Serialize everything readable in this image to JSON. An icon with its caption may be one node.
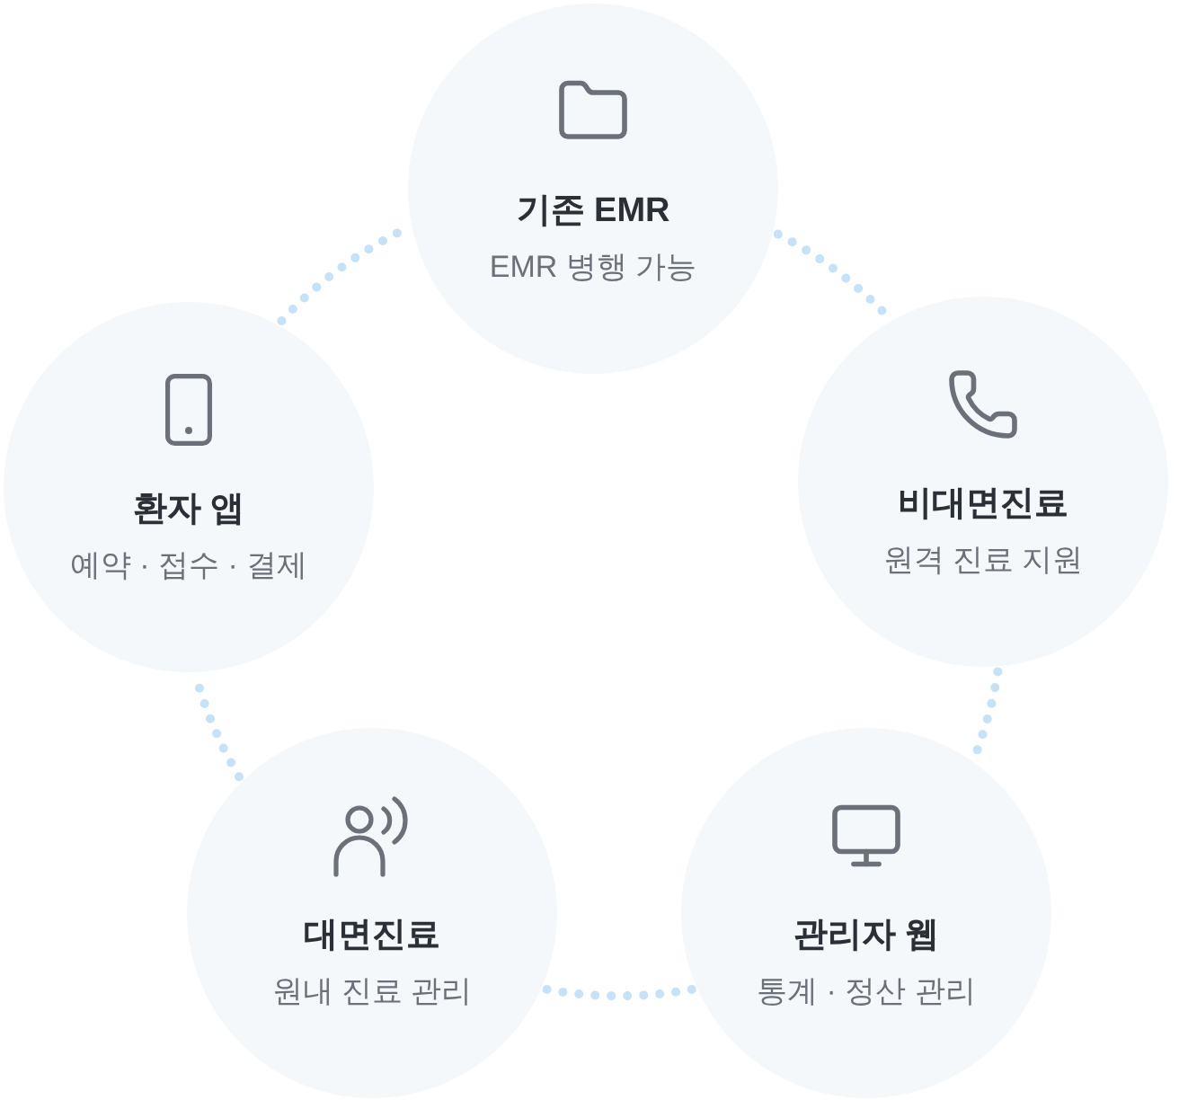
{
  "diagram": {
    "nodes": [
      {
        "text": [
          "기존 EMR",
          "EMR 병행 가능"
        ]
      },
      {
        "text": [
          "환자 앱",
          "예약 · 접수 · 결제"
        ]
      },
      {
        "text": [
          "비대면진료",
          "원격 진료 지원"
        ]
      },
      {
        "text": [
          "대면진료",
          "원내 진료 관리"
        ]
      },
      {
        "text": [
          "관리자 웹",
          "통계 · 정산 관리"
        ]
      }
    ],
    "edges": [
      {
        "from": 0,
        "to": 2,
        "arrow": "none",
        "style": "dashed"
      },
      {
        "from": 2,
        "to": 4,
        "arrow": "none",
        "style": "dashed"
      },
      {
        "from": 4,
        "to": 3,
        "arrow": "none",
        "style": "dashed"
      },
      {
        "from": 3,
        "to": 1,
        "arrow": "none",
        "style": "dashed"
      },
      {
        "from": 1,
        "to": 0,
        "arrow": "none",
        "style": "dashed"
      }
    ]
  }
}
